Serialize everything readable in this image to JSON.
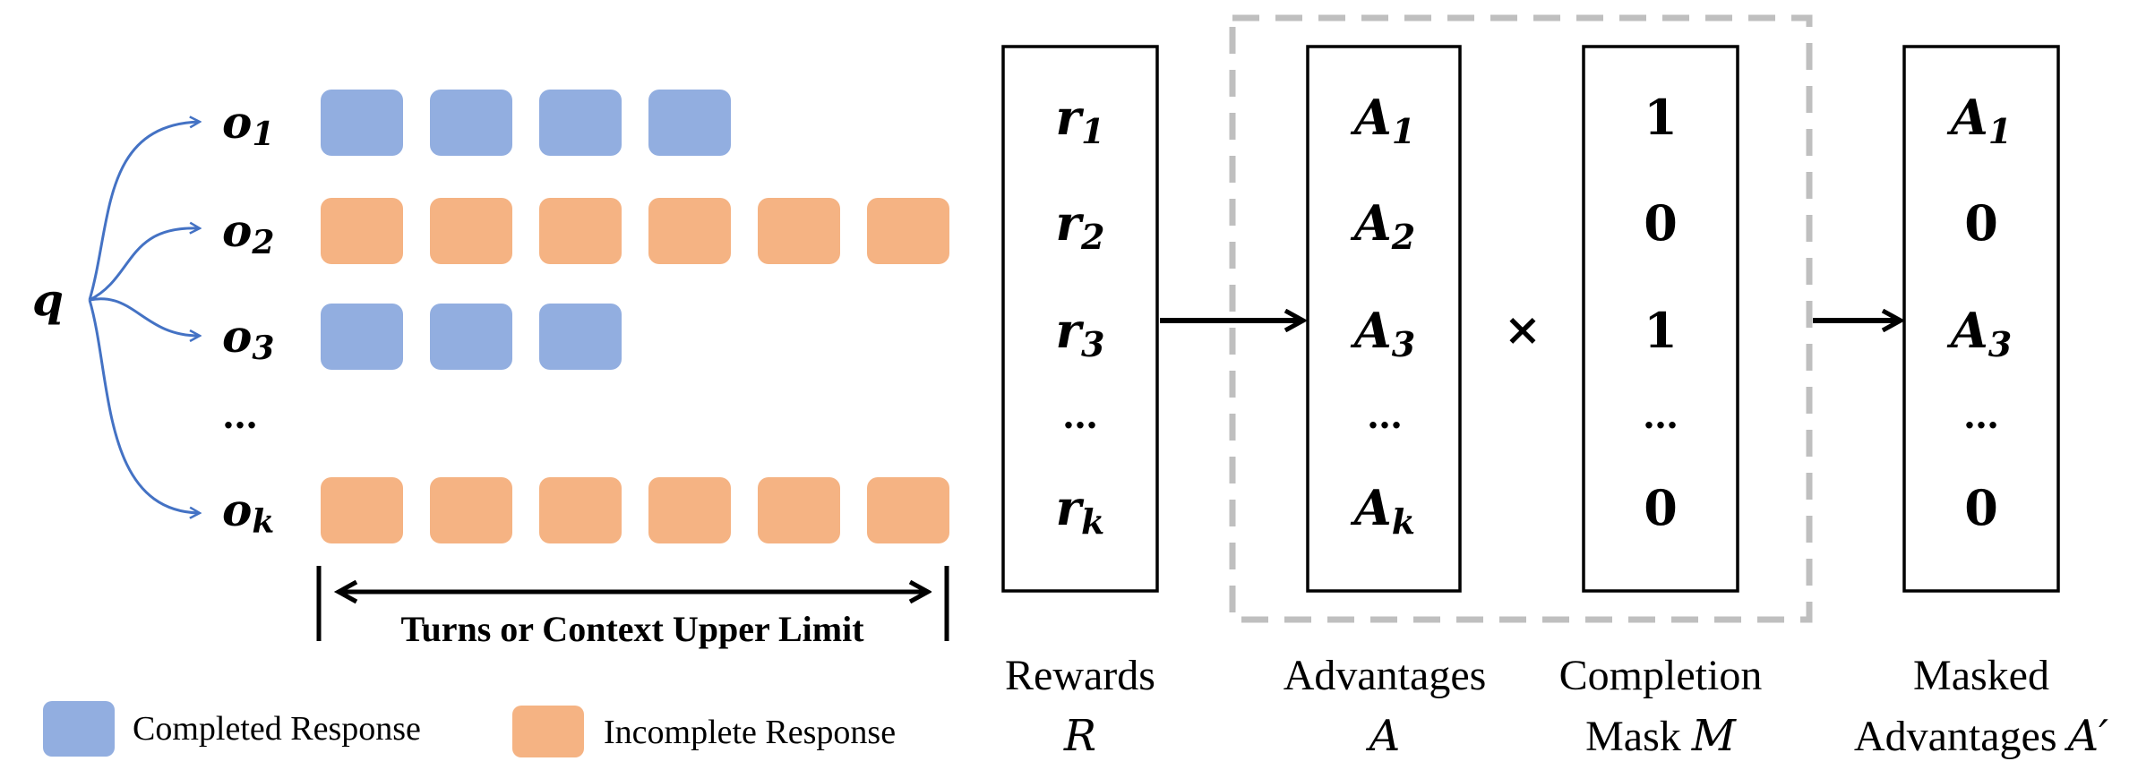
{
  "query": "q",
  "outputs": [
    {
      "label": "o",
      "sub": "1",
      "status": "completed",
      "tokens": 4
    },
    {
      "label": "o",
      "sub": "2",
      "status": "incomplete",
      "tokens": 6
    },
    {
      "label": "o",
      "sub": "3",
      "status": "completed",
      "tokens": 3
    },
    {
      "label": "…",
      "sub": "",
      "status": "ellipsis",
      "tokens": 0
    },
    {
      "label": "o",
      "sub": "k",
      "status": "incomplete",
      "tokens": 6
    }
  ],
  "limit_label": "Turns or Context Upper Limit",
  "legend": {
    "completed": "Completed Response",
    "incomplete": "Incomplete Response"
  },
  "colors": {
    "completed": "#92aee0",
    "incomplete": "#f5b383",
    "arrow_blue": "#4472c4",
    "dashed": "#bfbfbf"
  },
  "columns": {
    "rewards": {
      "cells": [
        {
          "b": "r",
          "s": "1"
        },
        {
          "b": "r",
          "s": "2"
        },
        {
          "b": "r",
          "s": "3"
        },
        {
          "b": "…",
          "s": ""
        },
        {
          "b": "r",
          "s": "k"
        }
      ],
      "caption_line1": "Rewards",
      "caption_line2_text": "",
      "caption_line2_var": "R"
    },
    "advantages": {
      "cells": [
        {
          "b": "A",
          "s": "1"
        },
        {
          "b": "A",
          "s": "2"
        },
        {
          "b": "A",
          "s": "3"
        },
        {
          "b": "…",
          "s": ""
        },
        {
          "b": "A",
          "s": "k"
        }
      ],
      "caption_line1": "Advantages",
      "caption_line2_text": "",
      "caption_line2_var": "A"
    },
    "mask": {
      "cells": [
        {
          "b": "1",
          "s": ""
        },
        {
          "b": "0",
          "s": ""
        },
        {
          "b": "1",
          "s": ""
        },
        {
          "b": "…",
          "s": ""
        },
        {
          "b": "0",
          "s": ""
        }
      ],
      "caption_line1": "Completion",
      "caption_line2_text": "Mask ",
      "caption_line2_var": "M"
    },
    "masked": {
      "cells": [
        {
          "b": "A",
          "s": "1"
        },
        {
          "b": "0",
          "s": ""
        },
        {
          "b": "A",
          "s": "3"
        },
        {
          "b": "…",
          "s": ""
        },
        {
          "b": "0",
          "s": ""
        }
      ],
      "caption_line1": "Masked",
      "caption_line2_text": "Advantages ",
      "caption_line2_var": "A′"
    }
  },
  "times_symbol": "×"
}
